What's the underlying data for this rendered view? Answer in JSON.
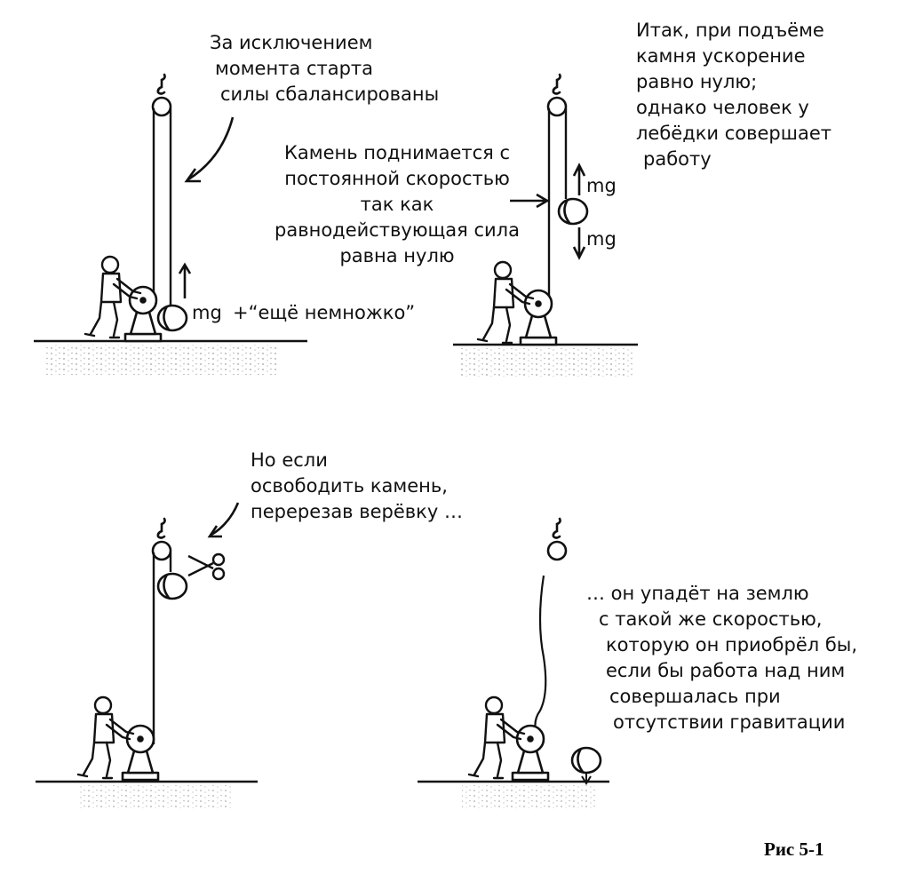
{
  "panels": {
    "top_left": {
      "caption": [
        "За исключением",
        "момента старта",
        "силы сбалансированы"
      ],
      "force_up": "mg",
      "force_extra": "+“ещё немножко”"
    },
    "top_right": {
      "caption_left": [
        "Камень поднимается с",
        "постоянной скоростью",
        "так как",
        "равнодействующая сила",
        "равна нулю"
      ],
      "caption_right": [
        "Итак, при подъёме",
        "камня ускорение",
        "равно нулю;",
        "однако человек у",
        "лебёдки совершает",
        "работу"
      ],
      "force_up": "mg",
      "force_down": "mg"
    },
    "bottom_left": {
      "caption": [
        "Но если",
        "освободить камень,",
        "перерезав верёвку …"
      ]
    },
    "bottom_right": {
      "caption": [
        "… он упадёт на землю",
        "с такой же скоростью,",
        "которую он приобрёл бы,",
        "если бы работа над ним",
        "совершалась при",
        "отсутствии гравитации"
      ]
    }
  },
  "figure_label": "Рис 5-1"
}
